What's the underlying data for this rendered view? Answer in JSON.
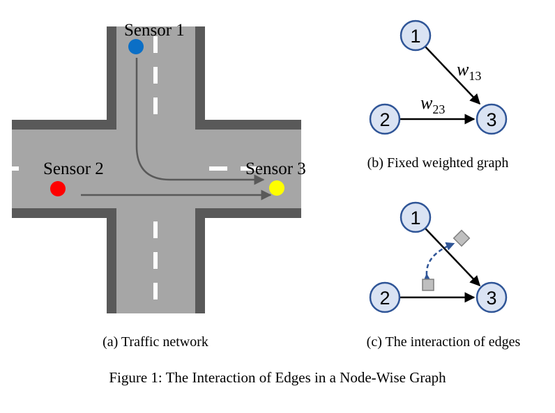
{
  "traffic": {
    "sensor1_label": "Sensor 1",
    "sensor2_label": "Sensor 2",
    "sensor3_label": "Sensor 3",
    "sensor1_color": "#0b6fc6",
    "sensor2_color": "#ff0000",
    "sensor3_color": "#ffff00",
    "caption": "(a) Traffic network"
  },
  "graph_b": {
    "nodes": [
      "1",
      "2",
      "3"
    ],
    "w13_base": "w",
    "w13_sub": "13",
    "w23_base": "w",
    "w23_sub": "23",
    "caption": "(b) Fixed weighted graph"
  },
  "graph_c": {
    "nodes": [
      "1",
      "2",
      "3"
    ],
    "caption": "(c) The interaction of edges"
  },
  "figure_caption": "Figure 1: The Interaction of Edges in a Node-Wise Graph",
  "colors": {
    "road": "#a6a6a6",
    "road_border": "#595959",
    "node_fill": "#dae3f3",
    "node_stroke": "#2f5597",
    "dashed_arrow": "#2f5597"
  }
}
